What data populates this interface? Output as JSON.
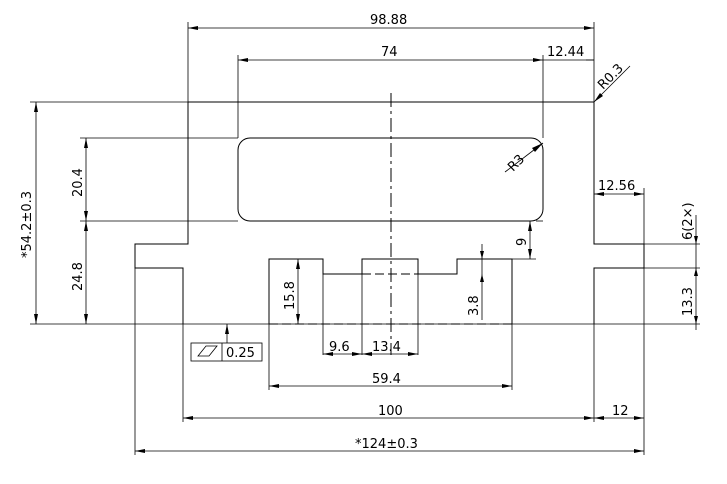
{
  "dimensions": {
    "top_width": "98.88",
    "slot_width": "74",
    "right_offset": "12.44",
    "corner_radius": "R0.3",
    "slot_radius": "R3",
    "notch_width": "12.56",
    "notch_height": "6(2×)",
    "total_height": "*54.2±0.3",
    "slot_height": "20.4",
    "lower_height": "24.8",
    "slot_to_step": "9",
    "pocket_depth": "15.8",
    "small_step": "3.8",
    "right_lower": "13.3",
    "gap_small": "9.6",
    "center_width": "13.4",
    "pocket_width": "59.4",
    "base_width": "100",
    "right_tab": "12",
    "total_width": "*124±0.3"
  },
  "tolerance_frame": {
    "symbol": "flatness-symbol",
    "value": "0.25"
  }
}
